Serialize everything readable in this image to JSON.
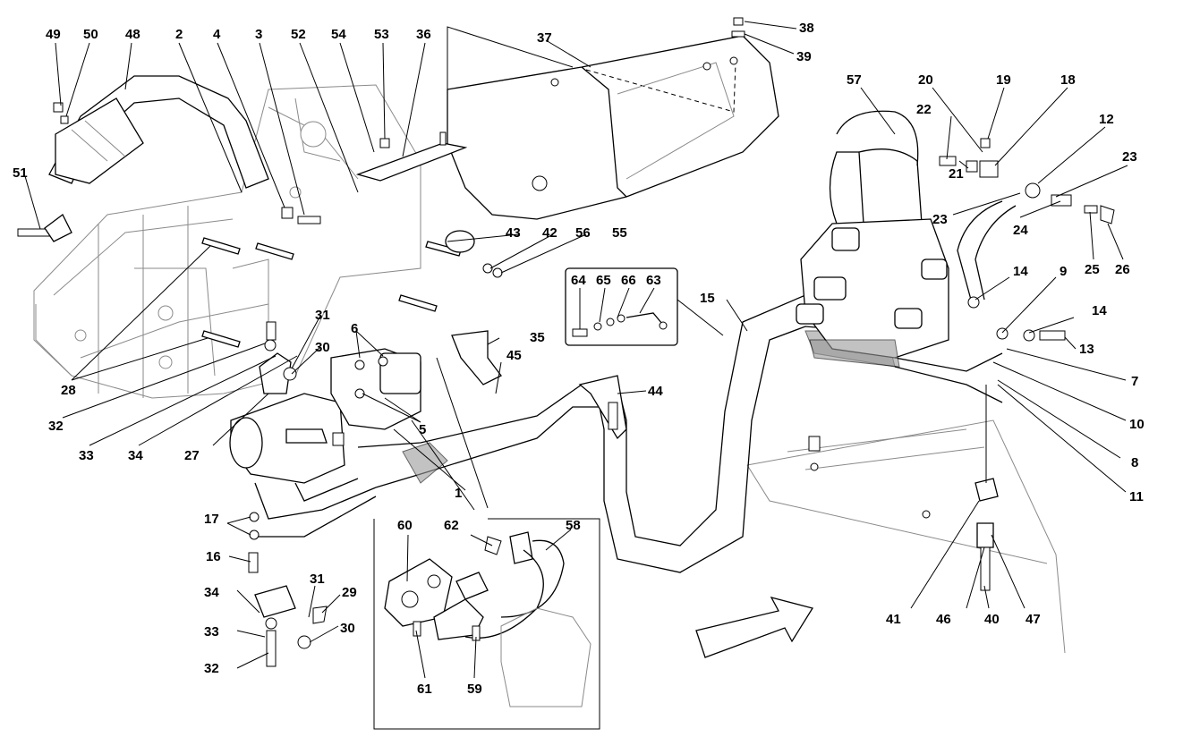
{
  "labels": {
    "p1": "1",
    "p2": "2",
    "p3": "3",
    "p4": "4",
    "p5": "5",
    "p6": "6",
    "p7": "7",
    "p8": "8",
    "p9": "9",
    "p10": "10",
    "p11": "11",
    "p12": "12",
    "p13": "13",
    "p14a": "14",
    "p14b": "14",
    "p15": "15",
    "p16": "16",
    "p17": "17",
    "p18": "18",
    "p19": "19",
    "p20": "20",
    "p21": "21",
    "p22": "22",
    "p23a": "23",
    "p23b": "23",
    "p24": "24",
    "p25": "25",
    "p26": "26",
    "p27": "27",
    "p28": "28",
    "p29": "29",
    "p30a": "30",
    "p30b": "30",
    "p31a": "31",
    "p31b": "31",
    "p32a": "32",
    "p32b": "32",
    "p33a": "33",
    "p33b": "33",
    "p34a": "34",
    "p34b": "34",
    "p35": "35",
    "p36": "36",
    "p37": "37",
    "p38": "38",
    "p39": "39",
    "p40": "40",
    "p41": "41",
    "p42": "42",
    "p43": "43",
    "p44": "44",
    "p45": "45",
    "p46": "46",
    "p47": "47",
    "p48": "48",
    "p49": "49",
    "p50": "50",
    "p51": "51",
    "p52": "52",
    "p53": "53",
    "p54": "54",
    "p55": "55",
    "p56": "56",
    "p57": "57",
    "p58": "58",
    "p59": "59",
    "p60": "60",
    "p61": "61",
    "p62": "62",
    "p63": "63",
    "p64": "64",
    "p65": "65",
    "p66": "66"
  },
  "colors": {
    "line": "#000000",
    "ghost": "#8a8a8a",
    "shade": "#9a9a9a",
    "background": "#ffffff"
  },
  "icons": {
    "direction_arrow": "direction-arrow-icon"
  }
}
